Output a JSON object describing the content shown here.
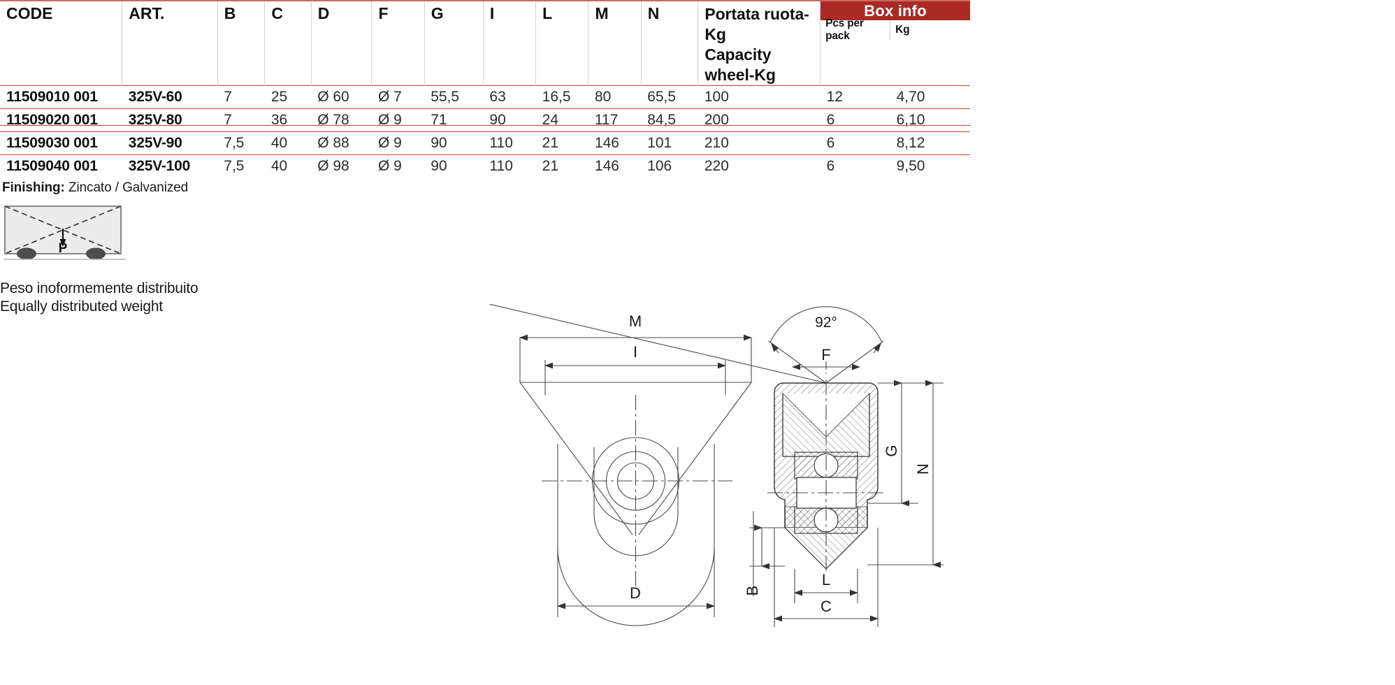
{
  "table": {
    "headers": [
      {
        "key": "code",
        "label": "CODE"
      },
      {
        "key": "art",
        "label": "ART."
      },
      {
        "key": "b",
        "label": "B"
      },
      {
        "key": "c",
        "label": "C"
      },
      {
        "key": "d",
        "label": "D"
      },
      {
        "key": "f",
        "label": "F"
      },
      {
        "key": "g",
        "label": "G"
      },
      {
        "key": "i",
        "label": "I"
      },
      {
        "key": "l",
        "label": "L"
      },
      {
        "key": "m",
        "label": "M"
      },
      {
        "key": "n",
        "label": "N"
      }
    ],
    "capacity_header_it": "Portata ruota-Kg",
    "capacity_header_en": "Capacity wheel-Kg",
    "box_info": {
      "title": "Box info",
      "pcs_per_pack": "Pcs per pack",
      "kg": "Kg"
    },
    "rows": [
      {
        "code": "11509010 001",
        "art": "325V-60",
        "b": "7",
        "c": "25",
        "d": "Ø 60",
        "f": "Ø 7",
        "g": "55,5",
        "i": "63",
        "l": "16,5",
        "m": "80",
        "n": "65,5",
        "capacity": "100",
        "pcs": "12",
        "kg": "4,70"
      },
      {
        "code": "11509020 001",
        "art": "325V-80",
        "b": "7",
        "c": "36",
        "d": "Ø 78",
        "f": "Ø 9",
        "g": "71",
        "i": "90",
        "l": "24",
        "m": "117",
        "n": "84,5",
        "capacity": "200",
        "pcs": "6",
        "kg": "6,10"
      },
      {
        "code": "11509030 001",
        "art": "325V-90",
        "b": "7,5",
        "c": "40",
        "d": "Ø 88",
        "f": "Ø 9",
        "g": "90",
        "i": "110",
        "l": "21",
        "m": "146",
        "n": "101",
        "capacity": "210",
        "pcs": "6",
        "kg": "8,12"
      },
      {
        "code": "11509040 001",
        "art": "325V-100",
        "b": "7,5",
        "c": "40",
        "d": "Ø 98",
        "f": "Ø 9",
        "g": "90",
        "i": "110",
        "l": "21",
        "m": "146",
        "n": "106",
        "capacity": "220",
        "pcs": "6",
        "kg": "9,50"
      }
    ]
  },
  "finishing": {
    "label": "Finishing:",
    "value": "Zincato / Galvanized"
  },
  "load_diagram": {
    "force_label": "P",
    "caption_it": "Peso inoformemente distribuito",
    "caption_en": "Equally distributed weight"
  },
  "drawing": {
    "front_view": {
      "dim_m": "M",
      "dim_i": "I",
      "dim_d": "D"
    },
    "section_view": {
      "angle": "92°",
      "dim_f": "F",
      "dim_g": "G",
      "dim_n": "N",
      "dim_b": "B",
      "dim_l": "L",
      "dim_c": "C"
    }
  },
  "colors": {
    "accent_red": "#ab2a25",
    "rule_red": "#c8433a",
    "grid_gray": "#d2d2d2",
    "line_gray": "#4a4a4a"
  }
}
